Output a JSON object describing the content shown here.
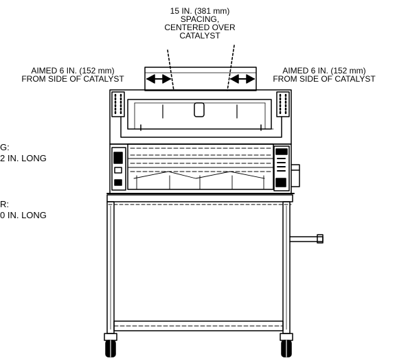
{
  "labels": {
    "spacing": [
      "15 IN. (381 mm)",
      "SPACING,",
      "CENTERED OVER",
      "CATALYST"
    ],
    "aim_left": [
      "AIMED 6 IN. (152 mm)",
      "FROM SIDE OF CATALYST"
    ],
    "aim_right": [
      "AIMED 6 IN. (152 mm)",
      "FROM SIDE OF CATALYST"
    ],
    "side_upper": [
      "G:",
      "2 IN. LONG"
    ],
    "side_lower": [
      "R:",
      "0 IN. LONG"
    ]
  },
  "colors": {
    "line": "#000000",
    "background": "#ffffff"
  }
}
